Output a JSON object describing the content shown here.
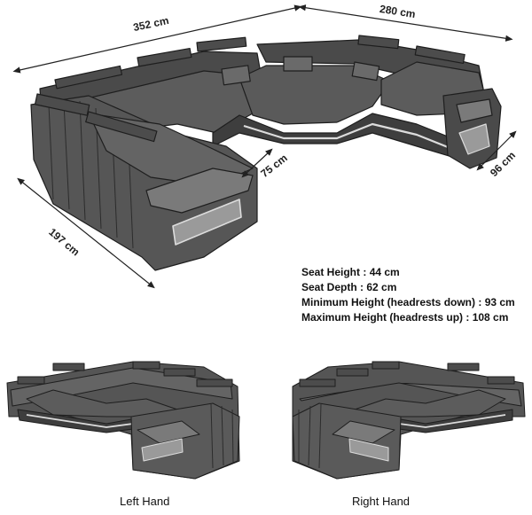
{
  "dimensions": {
    "width_left": "352 cm",
    "width_right": "280 cm",
    "depth_left": "197 cm",
    "inner_depth": "75 cm",
    "end_depth": "96 cm"
  },
  "specs": [
    {
      "label": "Seat Height",
      "value": "44 cm"
    },
    {
      "label": "Seat Depth",
      "value": "62 cm"
    },
    {
      "label": "Minimum Height (headrests down)",
      "value": "93 cm"
    },
    {
      "label": "Maximum Height (headrests up)",
      "value": "108 cm"
    }
  ],
  "variants": {
    "left": "Left Hand",
    "right": "Right Hand"
  },
  "colors": {
    "fabric": "#5a5a5a",
    "fabric_dark": "#3e3e3e",
    "fabric_light": "#7a7a7a",
    "led_glow": "#dcdcdc"
  }
}
